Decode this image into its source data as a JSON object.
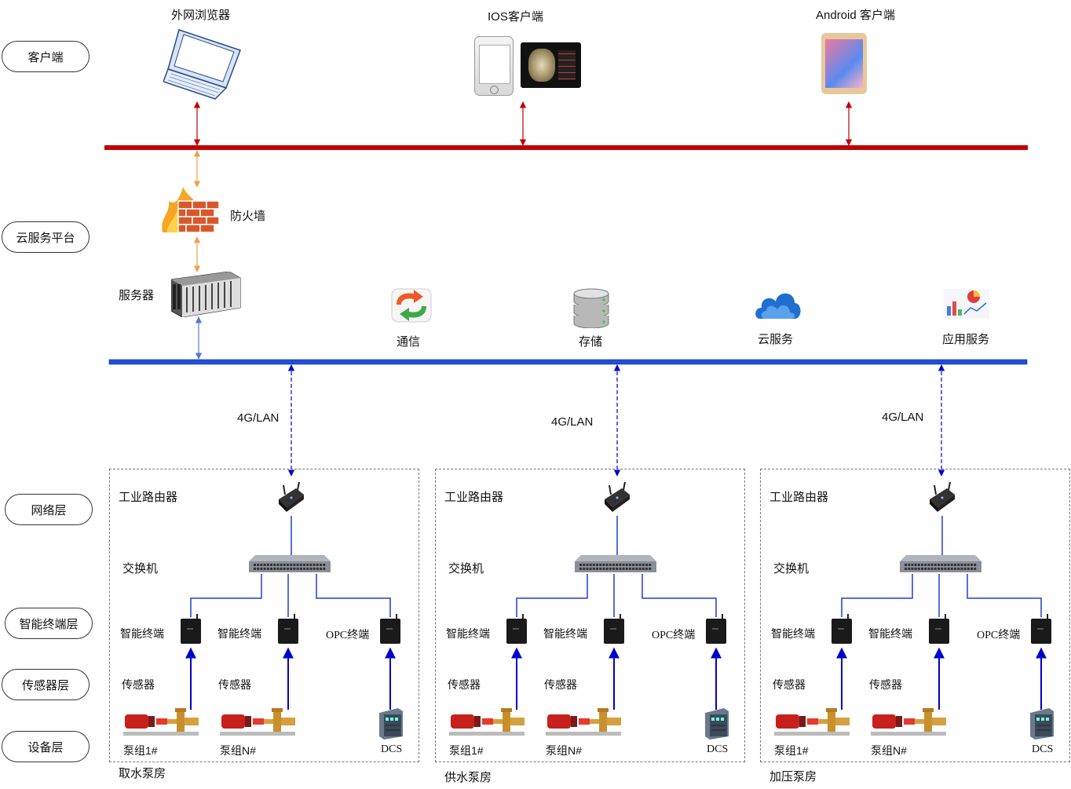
{
  "layers": {
    "client": "客户端",
    "cloud": "云服务平台",
    "network": "网络层",
    "terminal": "智能终端层",
    "sensor": "传感器层",
    "device": "设备层"
  },
  "clients": {
    "browser": "外网浏览器",
    "ios": "IOS客户端",
    "android": "Android 客户端"
  },
  "cloud": {
    "firewall": "防火墙",
    "server": "服务器",
    "comm": "通信",
    "storage": "存储",
    "cloud_service": "云服务",
    "app_service": "应用服务"
  },
  "links": [
    "4G/LAN",
    "4G/LAN",
    "4G/LAN"
  ],
  "stations": [
    {
      "name": "取水泵房",
      "router": "工业路由器",
      "switch": "交换机",
      "terminals": [
        "智能终端",
        "智能终端",
        "OPC终端"
      ],
      "sensors": [
        "传感器",
        "传感器"
      ],
      "devices": [
        "泵组1#",
        "泵组N#",
        "DCS"
      ]
    },
    {
      "name": "供水泵房",
      "router": "工业路由器",
      "switch": "交换机",
      "terminals": [
        "智能终端",
        "智能终端",
        "OPC终端"
      ],
      "sensors": [
        "传感器",
        "传感器"
      ],
      "devices": [
        "泵组1#",
        "泵组N#",
        "DCS"
      ]
    },
    {
      "name": "加压泵房",
      "router": "工业路由器",
      "switch": "交换机",
      "terminals": [
        "智能终端",
        "智能终端",
        "OPC终端"
      ],
      "sensors": [
        "传感器",
        "传感器"
      ],
      "devices": [
        "泵组1#",
        "泵组N#",
        "DCS"
      ]
    }
  ],
  "colors": {
    "client_bus": "#c00000",
    "cloud_bus": "#1f4fd8",
    "link": "#0000cc",
    "orange_arrow": "#f0a050"
  }
}
